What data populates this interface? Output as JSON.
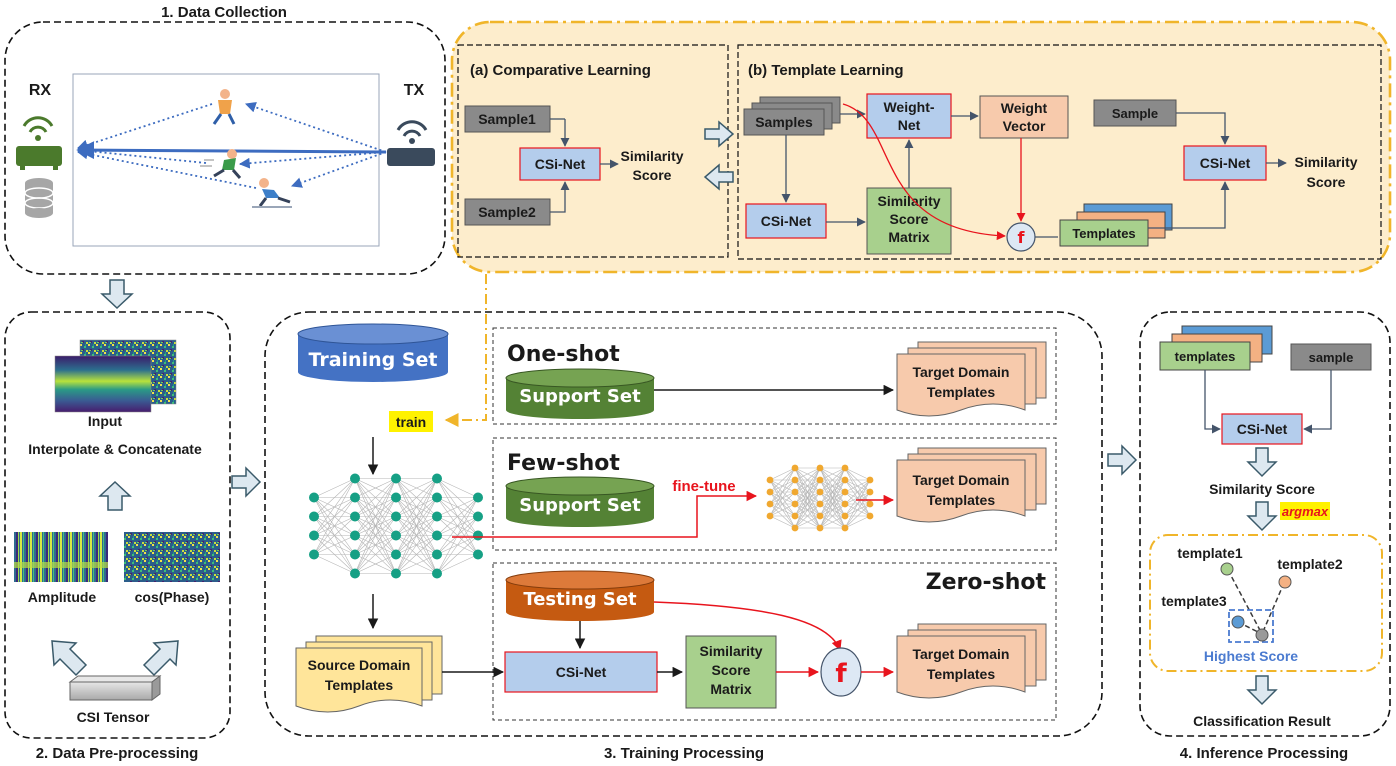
{
  "sections": {
    "data_collection": "1. Data Collection",
    "pre_processing": "2. Data Pre-processing",
    "training": "3. Training Processing",
    "inference": "4. Inference Processing"
  },
  "collection": {
    "rx": "RX",
    "tx": "TX"
  },
  "comparative": {
    "title": "(a) Comparative Learning",
    "sample1": "Sample1",
    "sample2": "Sample2",
    "csinet": "CSi-Net",
    "score_line1": "Similarity",
    "score_line2": "Score"
  },
  "template_learning": {
    "title": "(b) Template Learning",
    "samples": "Samples",
    "weightnet_line1": "Weight-",
    "weightnet_line2": "Net",
    "weightvec_line1": "Weight",
    "weightvec_line2": "Vector",
    "sample": "Sample",
    "csinet_left": "CSi-Net",
    "matrix_line1": "Similarity",
    "matrix_line2": "Score",
    "matrix_line3": "Matrix",
    "f": "f",
    "templates": "Templates",
    "csinet_right": "CSi-Net",
    "score_line1": "Similarity",
    "score_line2": "Score"
  },
  "preprocessing": {
    "input": "Input",
    "interpolate": "Interpolate & Concatenate",
    "amplitude": "Amplitude",
    "phase": "cos(Phase)",
    "tensor": "CSI Tensor"
  },
  "training": {
    "training_set": "Training Set",
    "train": "train",
    "source_line1": "Source Domain",
    "source_line2": "Templates",
    "one_shot": "One-shot",
    "few_shot": "Few-shot",
    "zero_shot": "Zero-shot",
    "support_set_1": "Support Set",
    "support_set_2": "Support Set",
    "fine_tune": "fine-tune",
    "testing_set": "Testing Set",
    "csinet": "CSi-Net",
    "matrix_line1": "Similarity",
    "matrix_line2": "Score",
    "matrix_line3": "Matrix",
    "f": "f",
    "target_line1": "Target Domain",
    "target_line2": "Templates"
  },
  "inference": {
    "templates": "templates",
    "sample": "sample",
    "csinet": "CSi-Net",
    "similarity": "Similarity Score",
    "argmax": "argmax",
    "template1": "template1",
    "template2": "template2",
    "template3": "template3",
    "highest": "Highest Score",
    "result": "Classification Result"
  },
  "colors": {
    "dash_yellow": "#f0b52a",
    "panel_fill": "#fdedcc",
    "gray_box": "#8a8a8a",
    "blue_box": "#b4cdec",
    "green_box": "#a8d08d",
    "peach_box": "#f7caac",
    "source_yellow": "#ffe59a",
    "db_blue": "#4472c4",
    "db_green": "#548235",
    "db_orange": "#c55a11",
    "node_teal": "#16a085",
    "node_orange": "#f0a830",
    "accent_red": "#e8141d"
  }
}
